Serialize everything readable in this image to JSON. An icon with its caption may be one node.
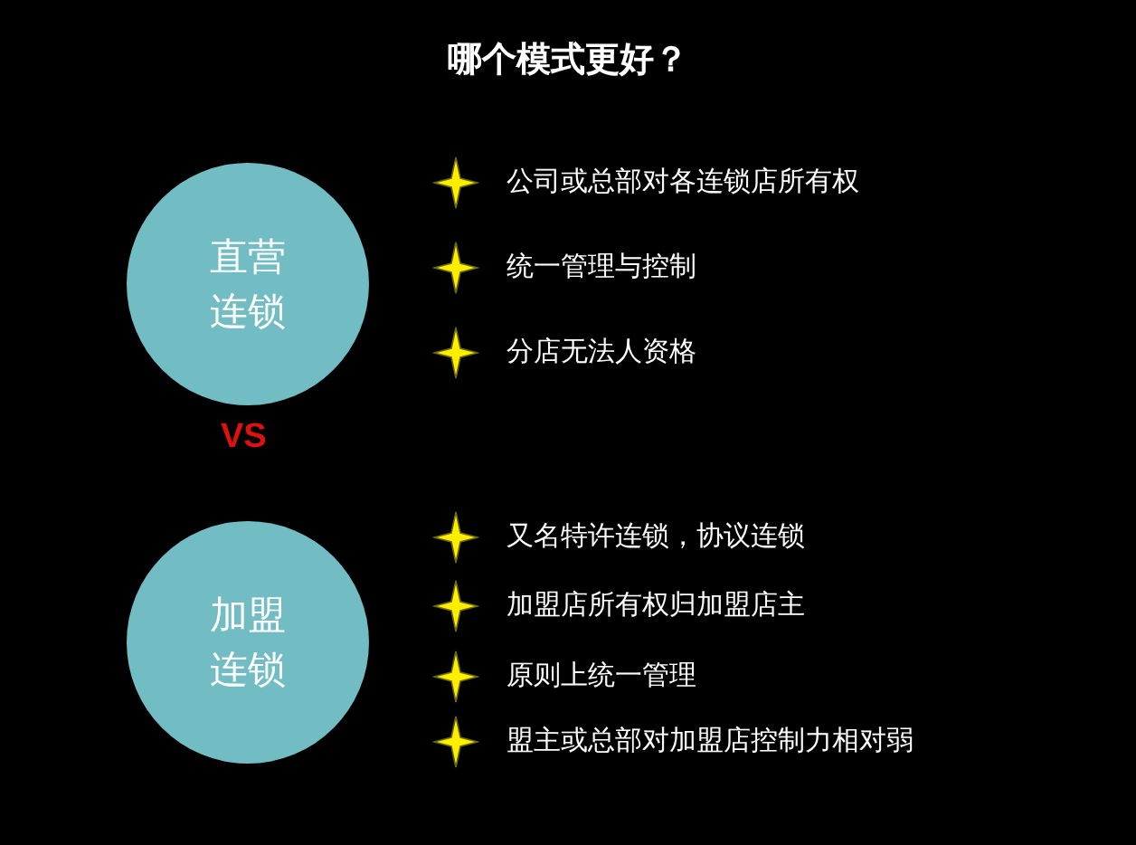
{
  "diagram": {
    "title": "哪个模式更好？",
    "nodes": [
      {
        "text": [
          "直营连锁"
        ]
      },
      {
        "text": [
          "加盟连锁"
        ]
      }
    ],
    "labels": [
      "公司或总部对各连锁店所有权",
      "统一管理与控制",
      "分店无法人资格",
      "VS",
      "又名特许连锁，协议连锁",
      "加盟店所有权归加盟店主",
      "原则上统一管理",
      "盟主或总部对加盟店控制力相对弱"
    ]
  }
}
